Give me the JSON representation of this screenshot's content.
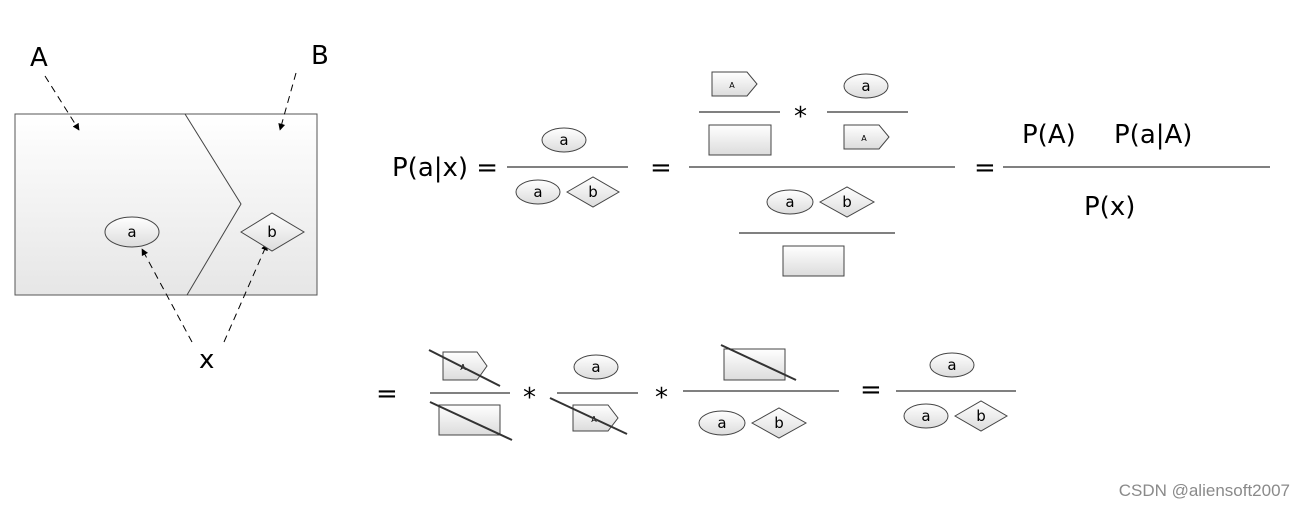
{
  "diagram": {
    "region_a_label": "A",
    "region_b_label": "B",
    "pointer_label": "x",
    "node_a_label": "a",
    "node_b_label": "b"
  },
  "equations": {
    "lhs": "P(a|x) =",
    "equals": "=",
    "times": "*",
    "small_a": "a",
    "small_b": "b",
    "tag_A": "A",
    "num_PA": "P(A)",
    "num_PaA": "P(a|A)",
    "den_Px": "P(x)"
  },
  "watermark": "CSDN @aliensoft2007"
}
